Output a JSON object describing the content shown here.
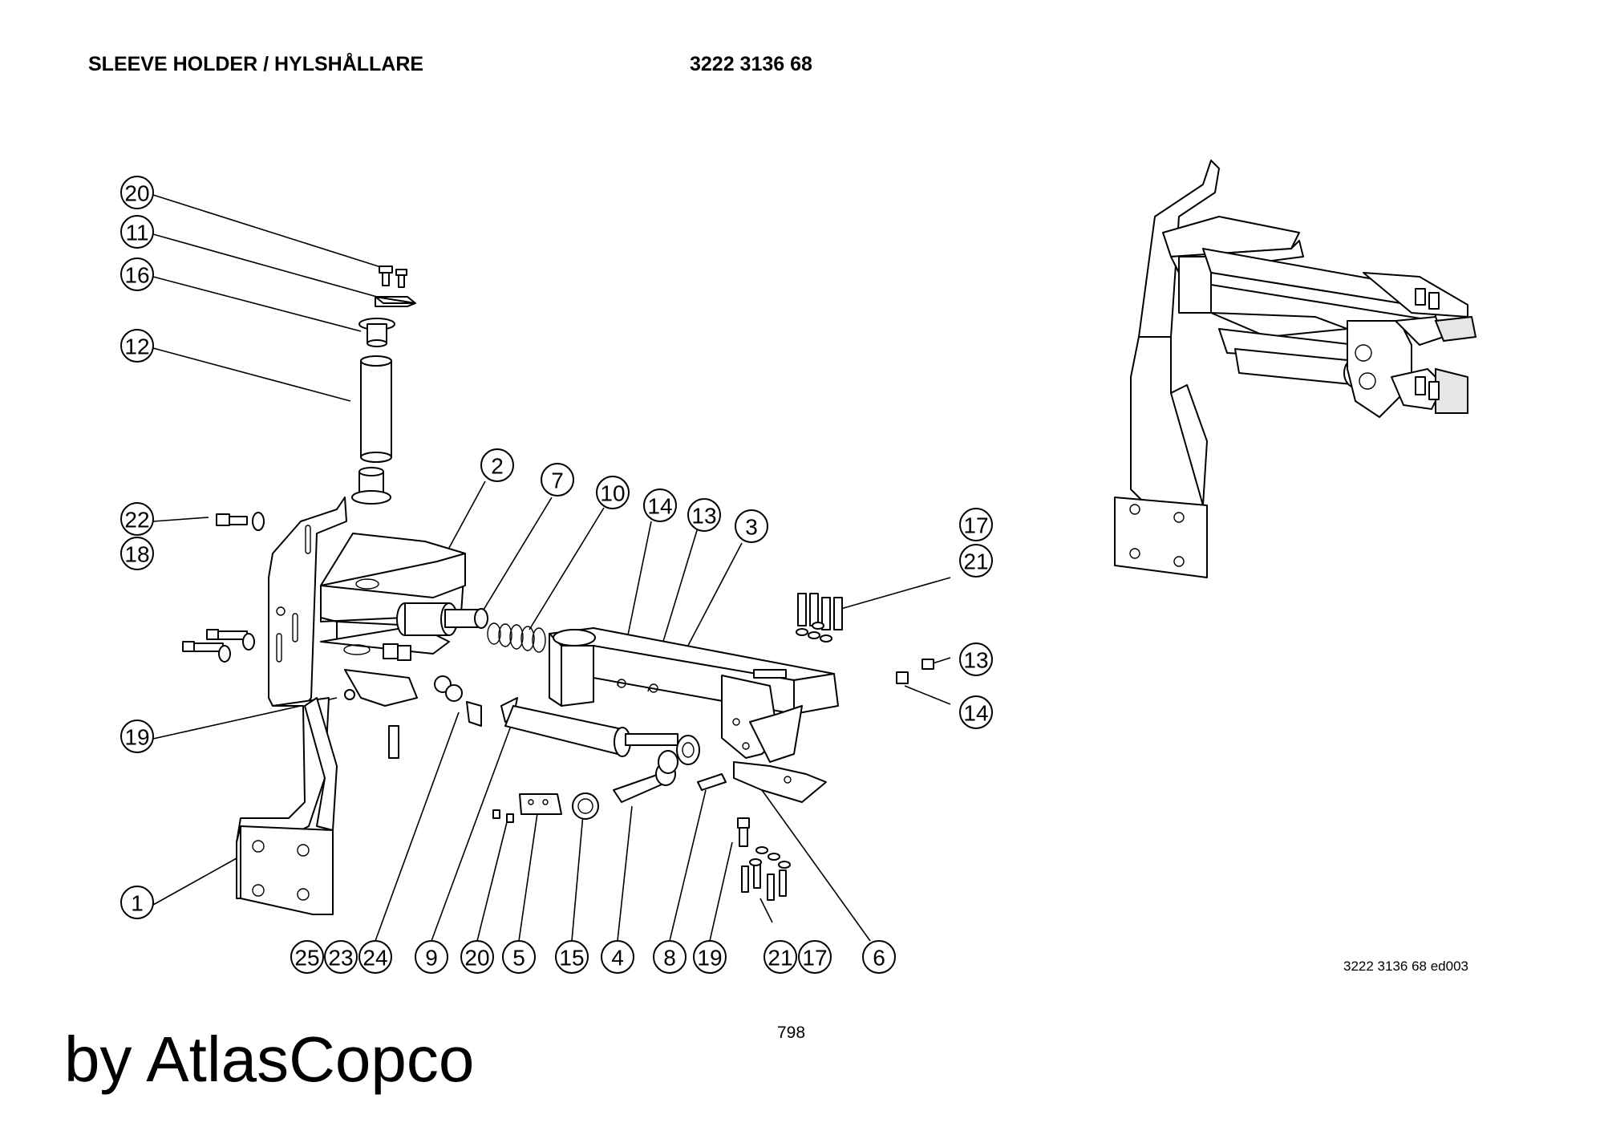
{
  "header": {
    "title": "SLEEVE HOLDER / HYLSHÅLLARE",
    "part_number": "3222 3136 68"
  },
  "callouts": {
    "c20a": "20",
    "c11": "11",
    "c16": "16",
    "c12": "12",
    "c22": "22",
    "c18": "18",
    "c19a": "19",
    "c1": "1",
    "c2": "2",
    "c7": "7",
    "c10": "10",
    "c14a": "14",
    "c13a": "13",
    "c3": "3",
    "c17a": "17",
    "c21a": "21",
    "c13b": "13",
    "c14b": "14",
    "c25": "25",
    "c23": "23",
    "c24": "24",
    "c9": "9",
    "c20b": "20",
    "c5": "5",
    "c15": "15",
    "c4": "4",
    "c8": "8",
    "c19b": "19",
    "c21b": "21",
    "c17b": "17",
    "c6": "6"
  },
  "footer": {
    "edition_code": "3222 3136 68 ed003",
    "page_number": "798",
    "brand": "by AtlasCopco"
  }
}
